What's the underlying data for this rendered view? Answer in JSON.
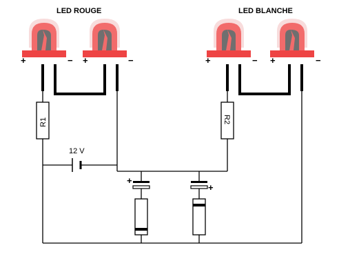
{
  "titles": {
    "red_led": "LED ROUGE",
    "white_led": "LED BLANCHE"
  },
  "components": {
    "resistor_1": "R1",
    "resistor_2": "R2",
    "battery": "12 V"
  },
  "polarity": {
    "plus": "+",
    "minus": "−"
  },
  "colors": {
    "led_body": "#f26b6b",
    "led_body_faded": "#f6c8c8",
    "led_base": "#ee4444",
    "led_chip": "#6f6f6f",
    "wire": "#000000"
  }
}
